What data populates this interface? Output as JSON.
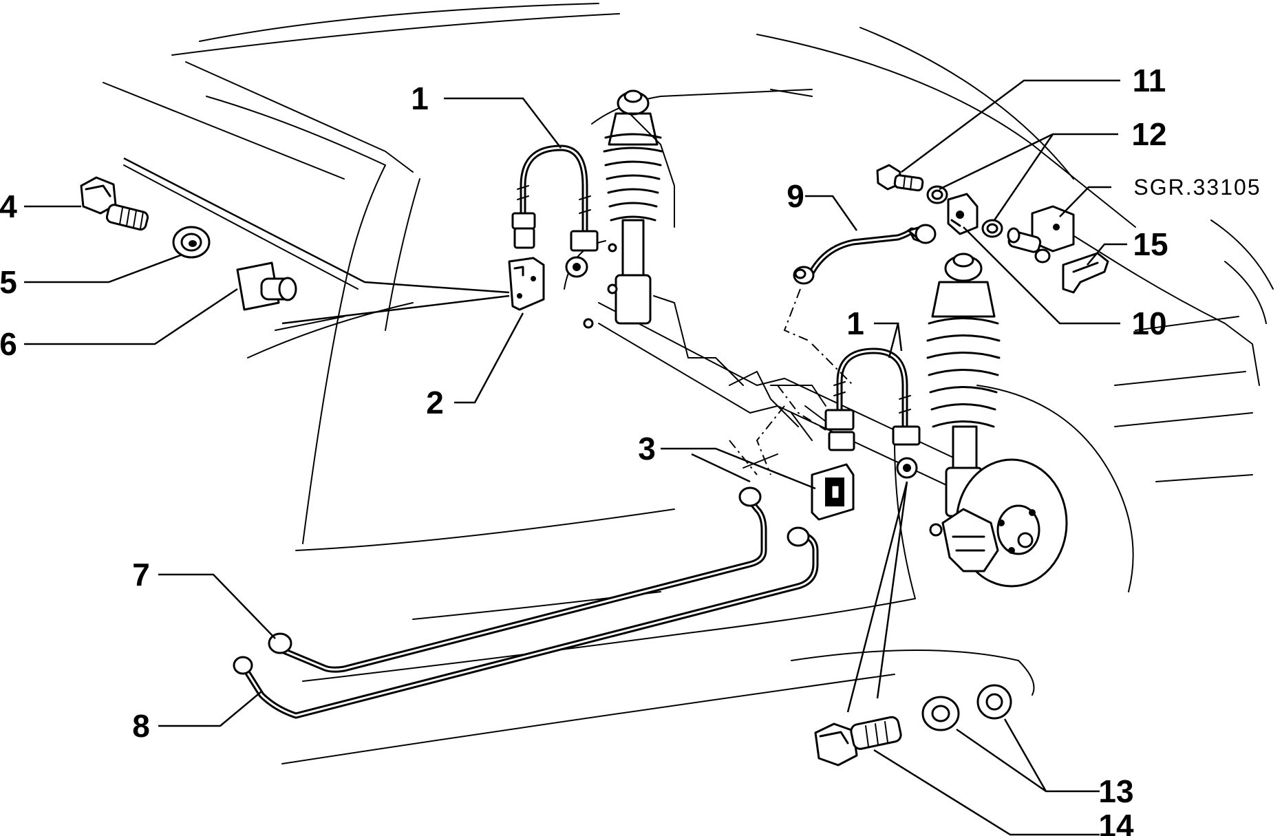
{
  "diagram": {
    "reference_code": "SGR.33105",
    "callouts": [
      {
        "id": "callout-1-upper",
        "label": "1"
      },
      {
        "id": "callout-1-lower",
        "label": "1"
      },
      {
        "id": "callout-2",
        "label": "2"
      },
      {
        "id": "callout-3",
        "label": "3"
      },
      {
        "id": "callout-4",
        "label": "4"
      },
      {
        "id": "callout-5",
        "label": "5"
      },
      {
        "id": "callout-6",
        "label": "6"
      },
      {
        "id": "callout-7",
        "label": "7"
      },
      {
        "id": "callout-8",
        "label": "8"
      },
      {
        "id": "callout-9",
        "label": "9"
      },
      {
        "id": "callout-10",
        "label": "10"
      },
      {
        "id": "callout-11",
        "label": "11"
      },
      {
        "id": "callout-12",
        "label": "12"
      },
      {
        "id": "callout-13",
        "label": "13"
      },
      {
        "id": "callout-14",
        "label": "14"
      },
      {
        "id": "callout-15",
        "label": "15"
      }
    ]
  }
}
